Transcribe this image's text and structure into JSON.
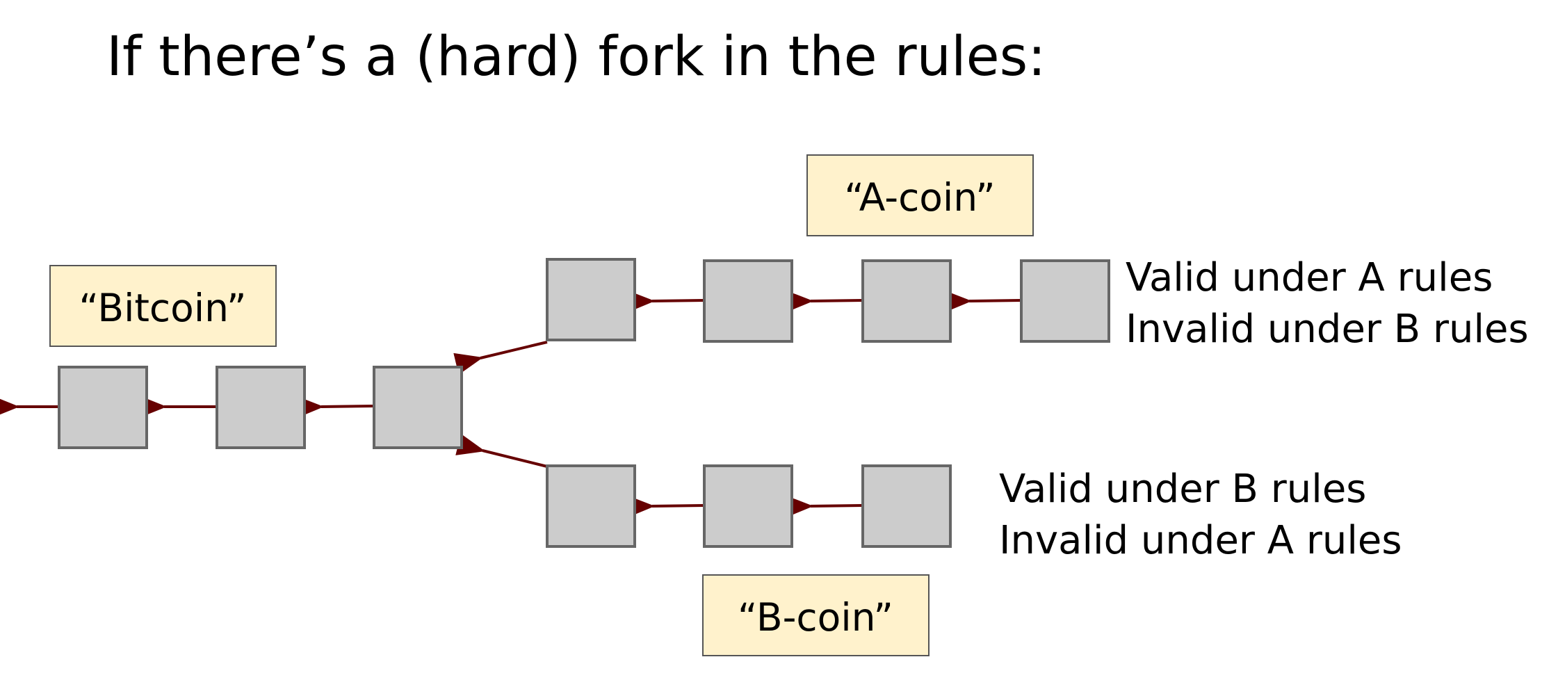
{
  "slide": {
    "title": "If there’s a (hard) fork in the rules:"
  },
  "labels": {
    "bitcoin": "“Bitcoin”",
    "a_coin": "“A-coin”",
    "b_coin": "“B-coin”"
  },
  "notes": {
    "a_branch": {
      "line1": "Valid under A rules",
      "line2": "Invalid under B rules"
    },
    "b_branch": {
      "line1": "Valid under B rules",
      "line2": "Invalid under A rules"
    }
  },
  "chains": {
    "shared_blocks": 3,
    "a_branch_blocks": 4,
    "b_branch_blocks": 3
  },
  "colors": {
    "block_fill": "#cccccc",
    "block_border": "#666666",
    "label_fill": "#fff2cc",
    "arrow": "#660000"
  }
}
